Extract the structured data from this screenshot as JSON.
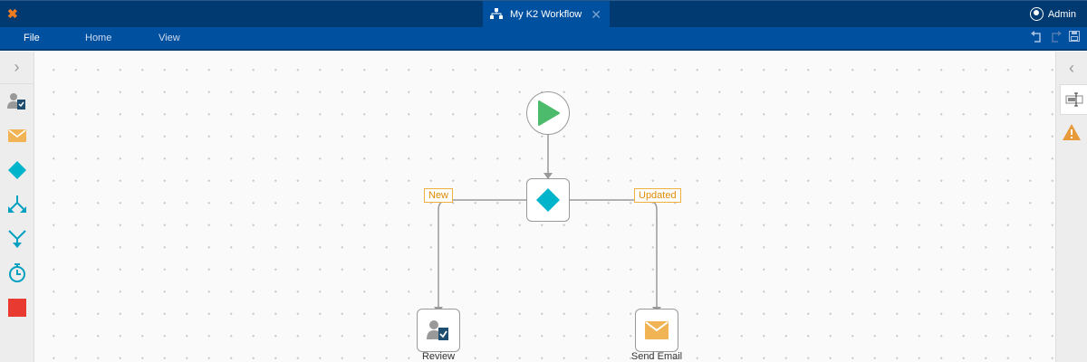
{
  "header": {
    "logo": "K2",
    "tab_title": "My K2 Workflow",
    "tab_close": "✕",
    "user": "Admin"
  },
  "menu": {
    "items": [
      "File",
      "Home",
      "View"
    ],
    "actions": [
      "undo-icon",
      "redo-icon",
      "save-icon"
    ]
  },
  "left_toolbar": {
    "expand": "›",
    "tools": [
      "user-task-icon",
      "email-icon",
      "decision-icon",
      "split-icon",
      "merge-icon",
      "timer-icon",
      "end-icon"
    ]
  },
  "right_panel": {
    "collapse": "‹",
    "tools": [
      "properties-icon",
      "warning-icon"
    ]
  },
  "workflow": {
    "start": "start-icon",
    "decision": "decision-icon",
    "branches": [
      {
        "label": "New"
      },
      {
        "label": "Updated"
      }
    ],
    "steps": [
      {
        "label": "Review"
      },
      {
        "label": "Send Email"
      }
    ]
  },
  "colors": {
    "header": "#003a70",
    "menu": "#0050a0",
    "start": "#4cbb6c",
    "decision": "#00b4cc",
    "email": "#f0b455",
    "end": "#e83a30"
  }
}
